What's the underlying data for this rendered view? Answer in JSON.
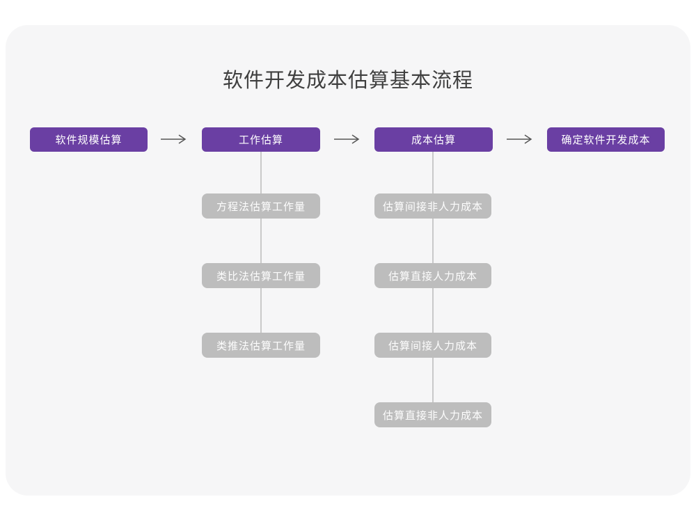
{
  "title": "软件开发成本估算基本流程",
  "colors": {
    "page_bg": "#ffffff",
    "card_bg": "#f6f6f7",
    "primary_purple": "#6a3fa3",
    "secondary_gray": "#bdbdbd",
    "arrow_stroke": "#555555",
    "connector_line": "#c9c9c9",
    "title_text": "#3f3f3f",
    "box_text": "#ffffff"
  },
  "main_flow": [
    {
      "label": "软件规模估算"
    },
    {
      "label": "工作估算"
    },
    {
      "label": "成本估算"
    },
    {
      "label": "确定软件开发成本"
    }
  ],
  "arrows": [
    {
      "icon": "arrow-right-icon"
    },
    {
      "icon": "arrow-right-icon"
    },
    {
      "icon": "arrow-right-icon"
    }
  ],
  "sub_flows": [
    {
      "parent": "工作估算",
      "items": [
        {
          "label": "方程法估算工作量"
        },
        {
          "label": "类比法估算工作量"
        },
        {
          "label": "类推法估算工作量"
        }
      ]
    },
    {
      "parent": "成本估算",
      "items": [
        {
          "label": "估算间接非人力成本"
        },
        {
          "label": "估算直接人力成本"
        },
        {
          "label": "估算间接人力成本"
        },
        {
          "label": "估算直接非人力成本"
        }
      ]
    }
  ]
}
